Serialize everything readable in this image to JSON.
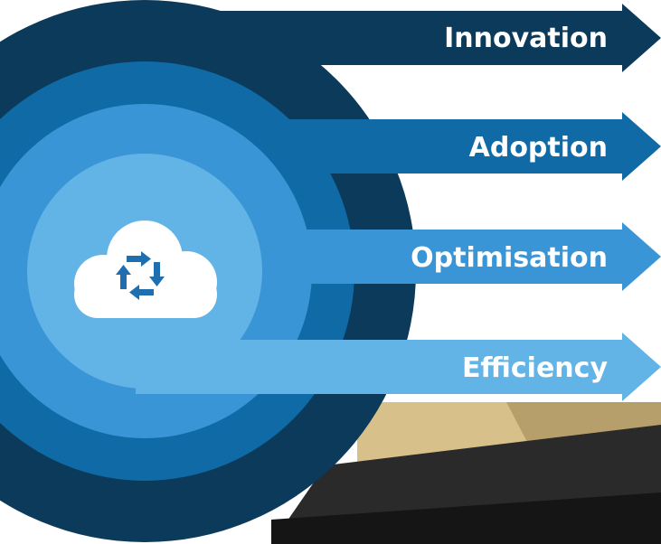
{
  "diagram": {
    "arrows": [
      {
        "label": "Innovation",
        "color": "#0b3a5a"
      },
      {
        "label": "Adoption",
        "color": "#0f6aa5"
      },
      {
        "label": "Optimisation",
        "color": "#3a95d6"
      },
      {
        "label": "Efficiency",
        "color": "#62b3e6"
      }
    ],
    "rings": [
      "#0b3a5a",
      "#0f6aa5",
      "#3a95d6",
      "#62b3e6"
    ],
    "center_icon": "cloud-sync-icon",
    "background": {
      "photo_colors": [
        "#d9c18b",
        "#2c2c2c",
        "#1b1b1b"
      ]
    }
  }
}
